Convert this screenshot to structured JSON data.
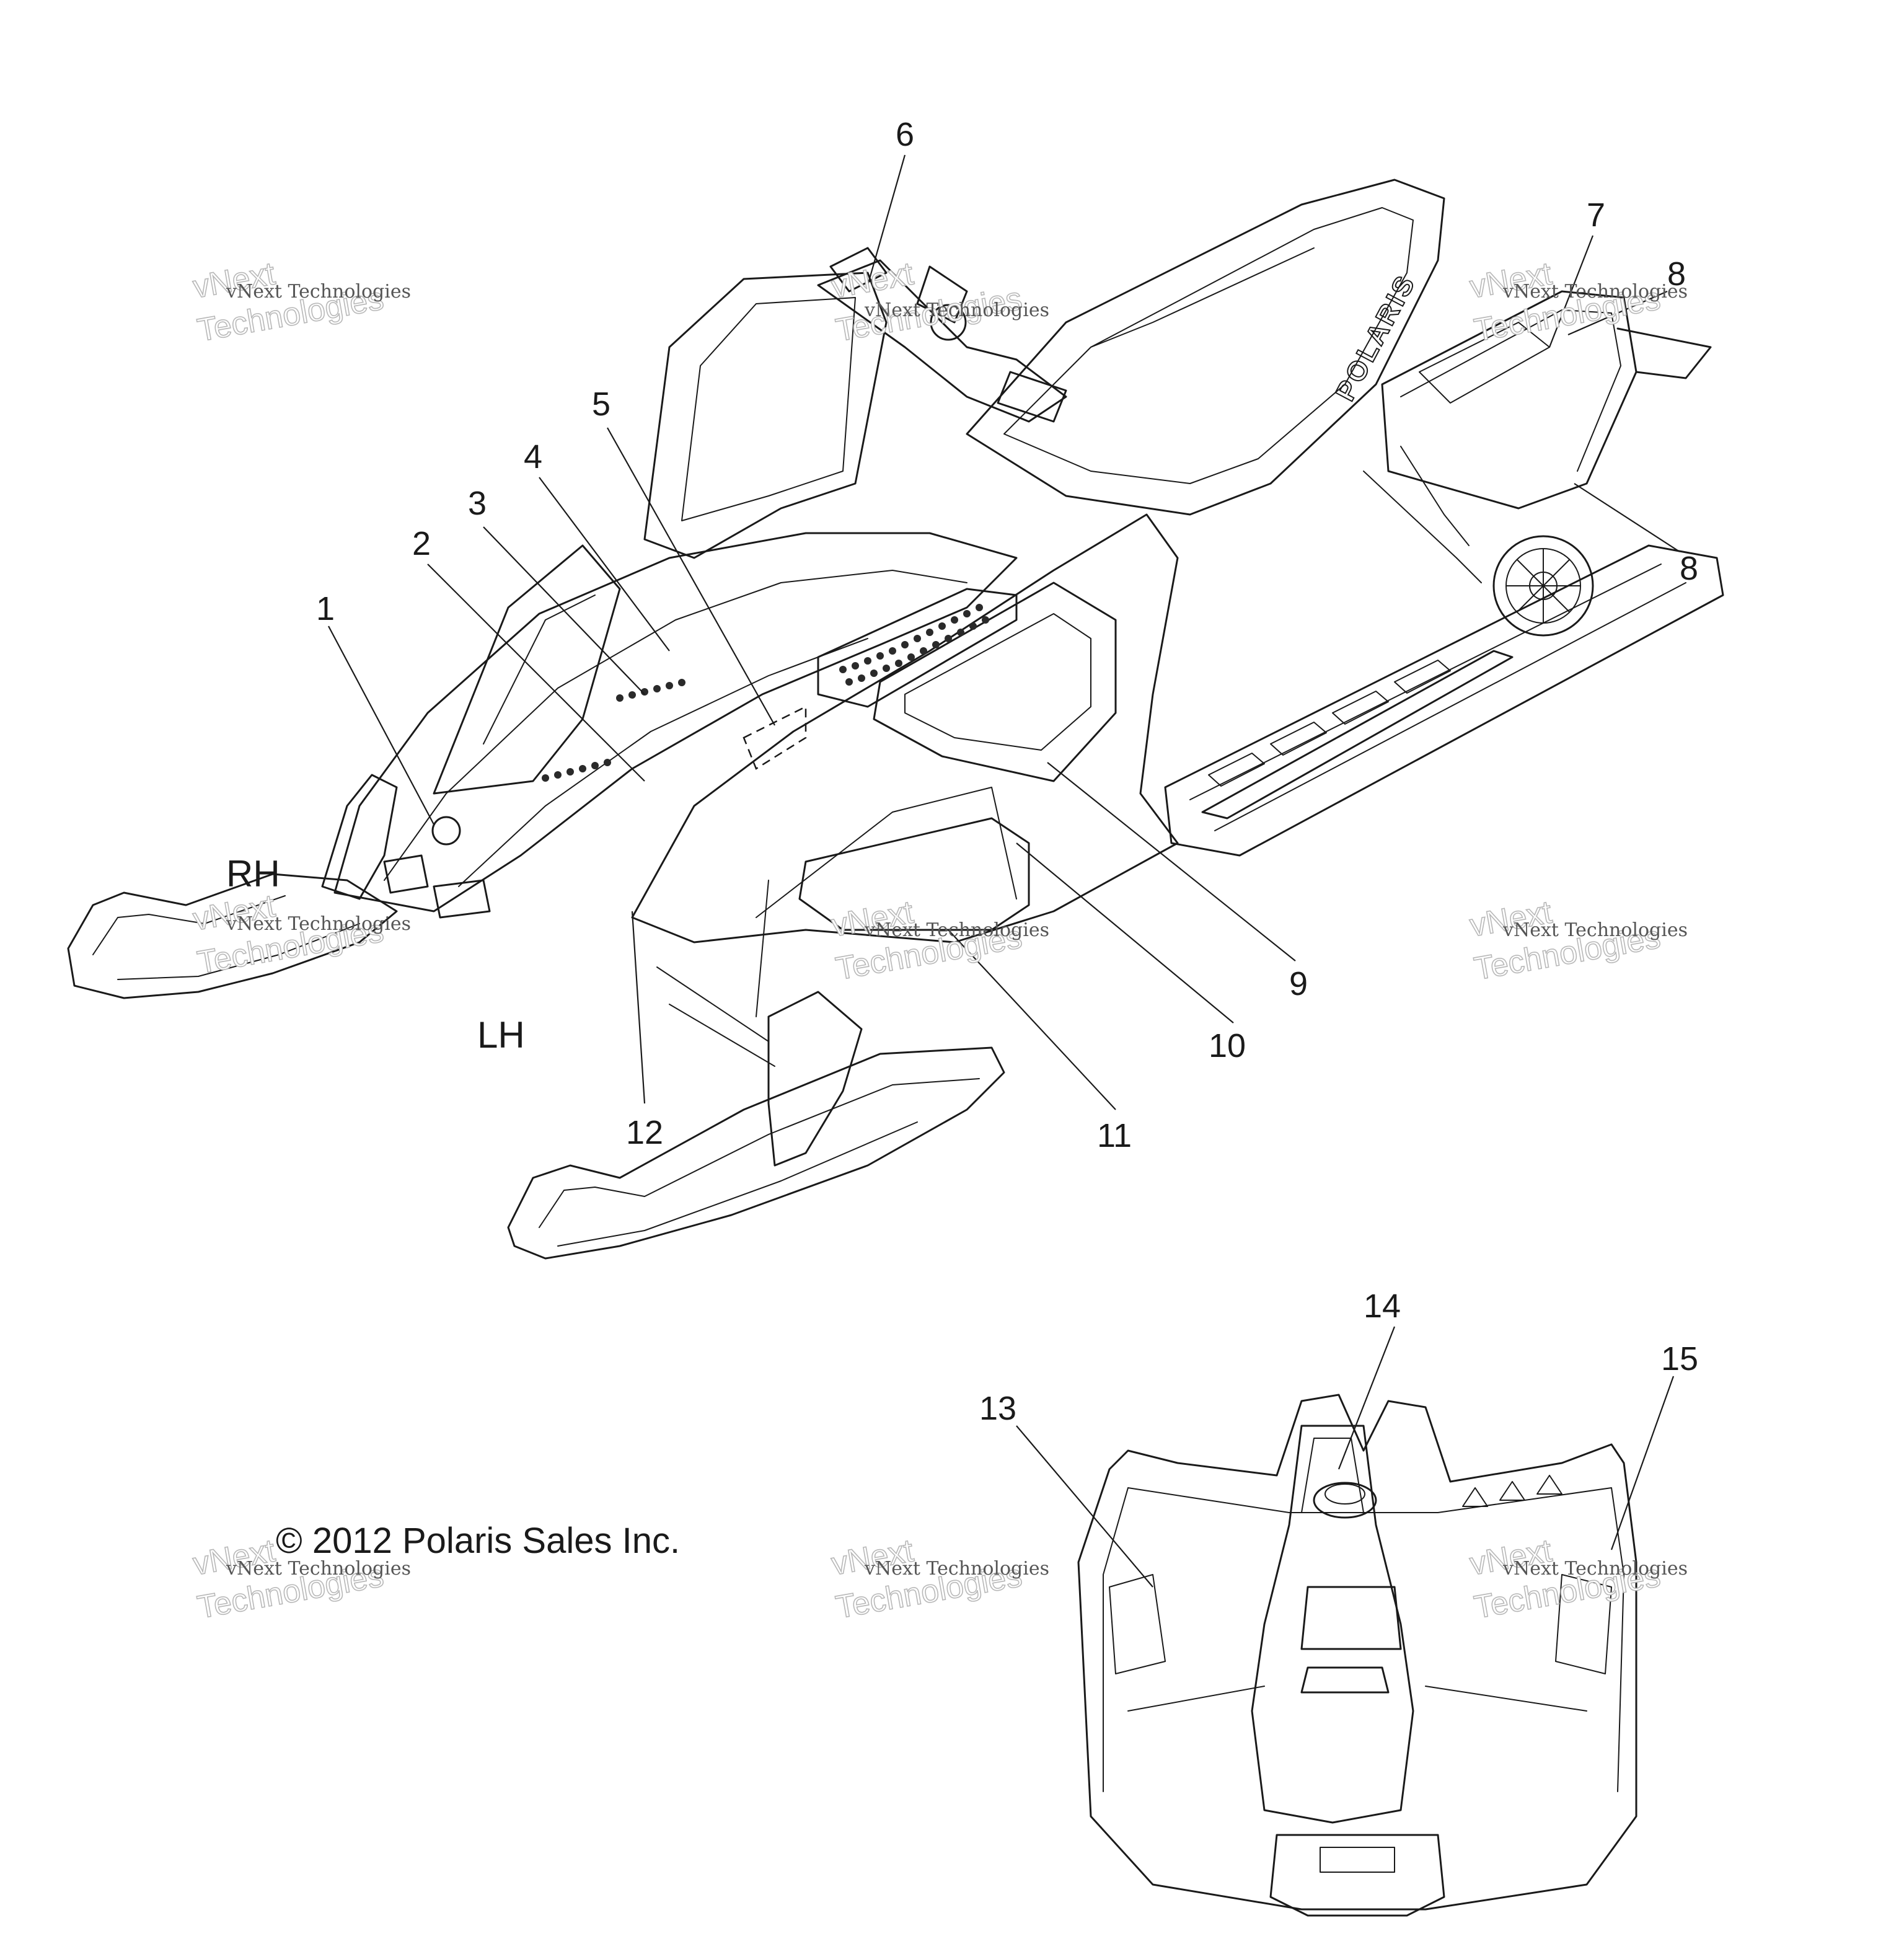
{
  "callouts": {
    "c1": "1",
    "c2": "2",
    "c3": "3",
    "c4": "4",
    "c5": "5",
    "c6": "6",
    "c7": "7",
    "c8a": "8",
    "c8b": "8",
    "c9": "9",
    "c10": "10",
    "c11": "11",
    "c12": "12",
    "c13": "13",
    "c14": "14",
    "c15": "15"
  },
  "side_labels": {
    "rh": "RH",
    "lh": "LH"
  },
  "brand_text": "POLARIS",
  "copyright": "© 2012 Polaris Sales Inc.",
  "watermark": {
    "small": "vNext Technologies",
    "big": "Technologies",
    "top": "vNext"
  }
}
